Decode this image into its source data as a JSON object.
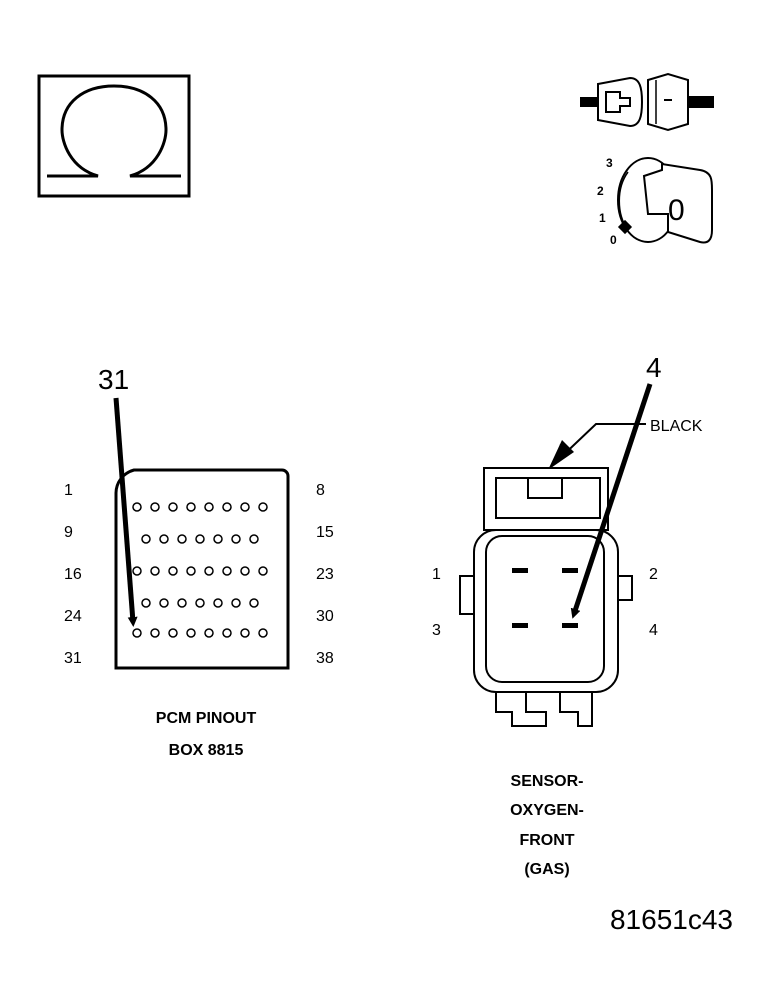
{
  "ohmmeter_symbol": {
    "icon": "omega-icon"
  },
  "ignition_switch": {
    "positions": [
      "3",
      "2",
      "1",
      "0"
    ],
    "key_label": "0"
  },
  "pcm_connector": {
    "callout": "31",
    "left_labels": [
      "1",
      "9",
      "16",
      "24",
      "31"
    ],
    "right_labels": [
      "8",
      "15",
      "23",
      "30",
      "38"
    ],
    "caption_line1": "PCM PINOUT",
    "caption_line2": "BOX 8815"
  },
  "oxygen_sensor_connector": {
    "callout": "4",
    "color_label": "BLACK",
    "pins_left": [
      "1",
      "3"
    ],
    "pins_right": [
      "2",
      "4"
    ],
    "caption": [
      "SENSOR-",
      "OXYGEN-",
      "FRONT",
      "(GAS)"
    ]
  },
  "figure_id": "81651c43"
}
